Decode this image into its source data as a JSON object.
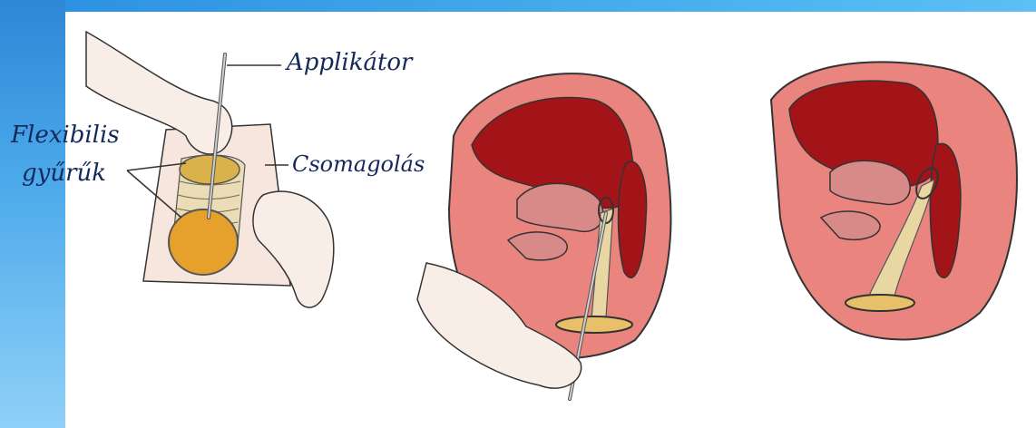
{
  "labels": {
    "applicator": "Applikátor",
    "packaging": "Csomagolás",
    "flexible_rings_line1": "Flexibilis",
    "flexible_rings_line2": "gyűrűk"
  },
  "colors": {
    "frame": "#3a9be6",
    "tissue_outer": "#e9847f",
    "tissue_dark": "#a31418",
    "uterus": "#d88a88",
    "condom": "#e9d7a3",
    "ring_fill": "#e6a02c",
    "skin": "#f7e3d3",
    "package": "#f7e6de",
    "text": "#14295a"
  }
}
